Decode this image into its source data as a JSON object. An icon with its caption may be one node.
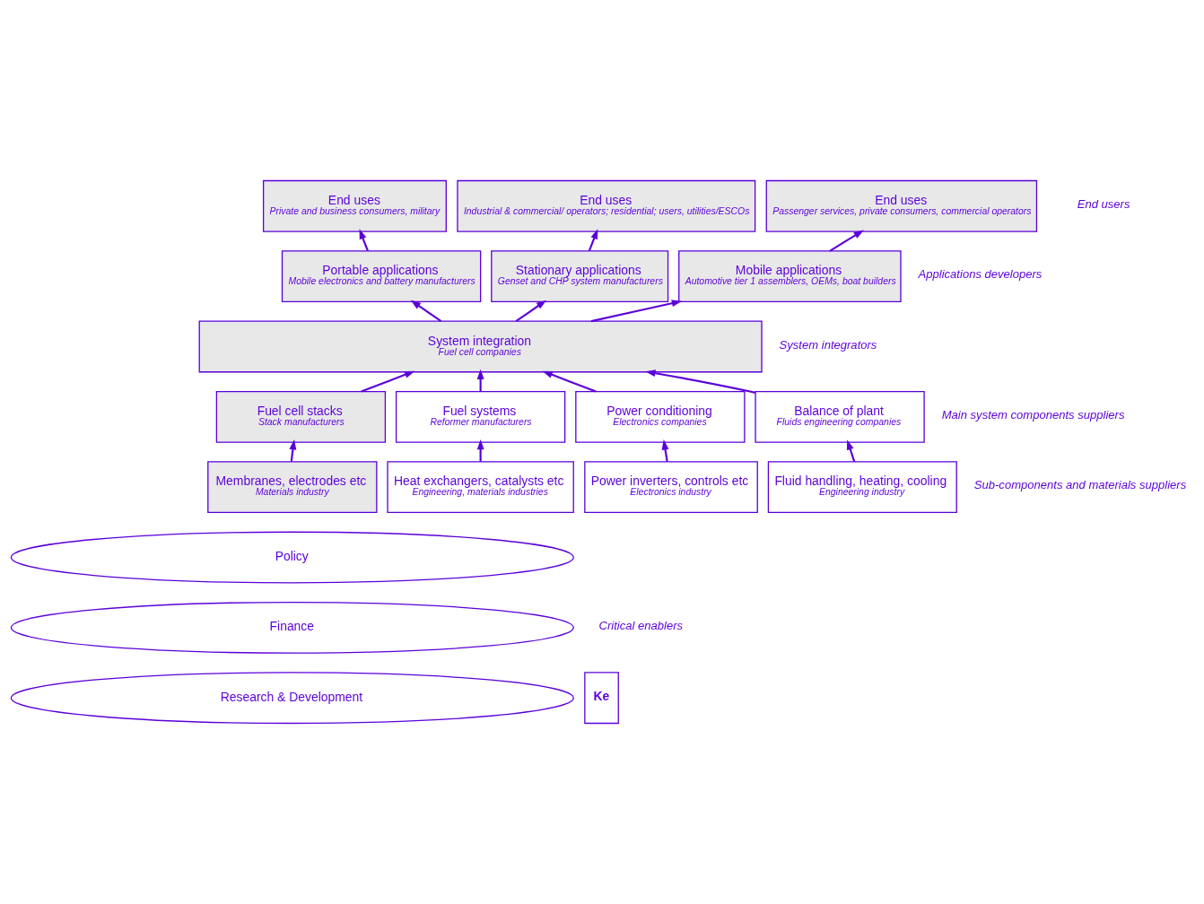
{
  "diagram": {
    "nodes": [
      {
        "text": [
          "End uses",
          "Private and business consumers, military"
        ]
      },
      {
        "text": [
          "End uses",
          "Industrial & commercial/ operators; residential; users, utilities/ESCOs"
        ]
      },
      {
        "text": [
          "End uses",
          "Passenger services, private consumers, commercial operators"
        ]
      },
      {
        "text": [
          "Portable applications",
          "Mobile electronics and battery manufacturers"
        ]
      },
      {
        "text": [
          "Stationary applications",
          "Genset and CHP system manufacturers"
        ]
      },
      {
        "text": [
          "Mobile applications",
          "Automotive tier 1 assemblers, OEMs, boat builders"
        ]
      },
      {
        "text": [
          "System integration",
          "Fuel cell companies"
        ]
      },
      {
        "text": [
          "Fuel cell stacks",
          "Stack manufacturers"
        ]
      },
      {
        "text": [
          "Fuel systems",
          "Reformer manufacturers"
        ]
      },
      {
        "text": [
          "Power conditioning",
          "Electronics companies"
        ]
      },
      {
        "text": [
          "Balance of plant",
          "Fluids engineering companies"
        ]
      },
      {
        "text": [
          "Membranes, electrodes etc",
          "Materials industry"
        ]
      },
      {
        "text": [
          "Heat exchangers, catalysts etc",
          "Engineering, materials industries"
        ]
      },
      {
        "text": [
          "Power inverters, controls etc",
          "Electronics industry"
        ]
      },
      {
        "text": [
          "Fluid handling, heating, cooling",
          "Engineering industry"
        ]
      },
      {
        "text": [
          "Policy"
        ]
      },
      {
        "text": [
          "Finance"
        ]
      },
      {
        "text": [
          "Research & Development"
        ]
      },
      {
        "text": [
          "Ke"
        ]
      }
    ],
    "edges": [
      {
        "from": 3,
        "to": 0,
        "arrow": "to"
      },
      {
        "from": 4,
        "to": 1,
        "arrow": "to"
      },
      {
        "from": 5,
        "to": 2,
        "arrow": "to"
      },
      {
        "from": 6,
        "to": 3,
        "arrow": "to"
      },
      {
        "from": 6,
        "to": 4,
        "arrow": "to"
      },
      {
        "from": 6,
        "to": 5,
        "arrow": "to"
      },
      {
        "from": 7,
        "to": 6,
        "arrow": "to"
      },
      {
        "from": 8,
        "to": 6,
        "arrow": "to"
      },
      {
        "from": 9,
        "to": 6,
        "arrow": "to"
      },
      {
        "from": 10,
        "to": 6,
        "arrow": "to"
      },
      {
        "from": 11,
        "to": 7,
        "arrow": "to"
      },
      {
        "from": 12,
        "to": 8,
        "arrow": "to"
      },
      {
        "from": 13,
        "to": 9,
        "arrow": "to"
      },
      {
        "from": 14,
        "to": 10,
        "arrow": "to"
      }
    ],
    "labels": [
      "End users",
      "Applications developers",
      "System integrators",
      "Main system components suppliers",
      "Sub-components and materials suppliers",
      "Critical enablers"
    ]
  }
}
